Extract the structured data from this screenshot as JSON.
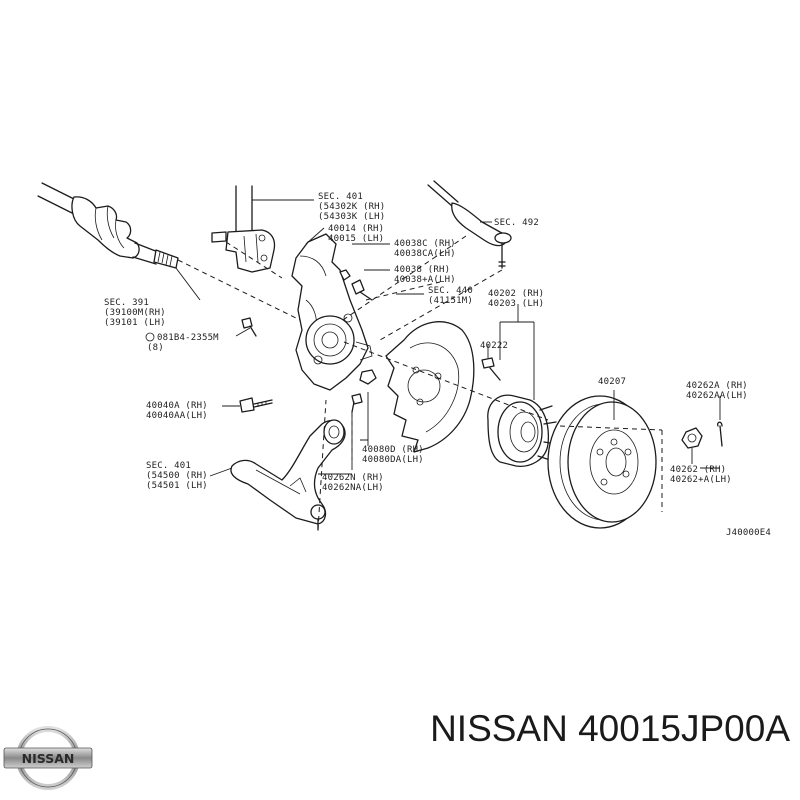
{
  "diagram_code": "J40000E4",
  "brand": {
    "name": "NISSAN"
  },
  "footer": {
    "text": "NISSAN 40015JP00A"
  },
  "labels": {
    "sec401_top": "SEC. 401",
    "strut_rh": "(54302K (RH)",
    "strut_lh": "(54303K (LH)",
    "sec492": "SEC. 492",
    "knuckle_rh": "40014 (RH)",
    "knuckle_lh": "40015 (LH)",
    "p40038c": "40038C (RH)",
    "p40038ca": "40038CA(LH)",
    "p40038": "40038 (RH)",
    "p40038a": "40038+A(LH)",
    "sec440": "SEC. 440",
    "p41151m": "(41151M)",
    "p40202": "40202 (RH)",
    "p40203": "40203 (LH)",
    "sec391": "SEC. 391",
    "p39100m": "(39100M(RH)",
    "p39101": "(39101 (LH)",
    "bolt_code": "081B4-2355M",
    "bolt_qty": "(8)",
    "p40222": "40222",
    "p40207": "40207",
    "p40262a": "40262A (RH)",
    "p40262aa": "40262AA(LH)",
    "p40040a": "40040A (RH)",
    "p40040aa": "40040AA(LH)",
    "p40080d": "40080D (RH)",
    "p40080da": "40080DA(LH)",
    "p40262n": "40262N (RH)",
    "p40262na": "40262NA(LH)",
    "p40262": "40262 (RH)",
    "p40262x": "40262+A(LH)",
    "sec401_low": "SEC. 401",
    "arm_rh": "(54500 (RH)",
    "arm_lh": "(54501 (LH)"
  }
}
